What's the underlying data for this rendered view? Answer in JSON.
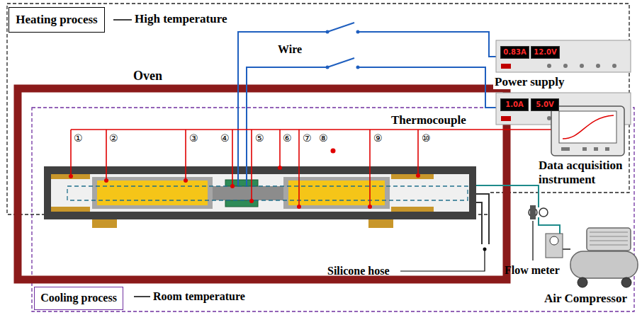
{
  "diagram": {
    "nodes": [
      {
        "text": [
          "Heating process"
        ]
      },
      {
        "text": [
          "0.83A"
        ]
      },
      {
        "text": [
          "12.0V"
        ]
      },
      {
        "text": [
          "1.0A"
        ]
      },
      {
        "text": [
          "5.0V"
        ]
      },
      {
        "text": [
          "Cooling process"
        ]
      }
    ],
    "labels": [
      "High temperature",
      "Wire",
      "Power supply",
      "Oven",
      "Thermocouple",
      "①",
      "②",
      "③",
      "④",
      "⑤",
      "⑥",
      "⑦",
      "⑧",
      "⑨",
      "⑩",
      "Data acquisition instrument",
      "Silicone hose",
      "Flow meter",
      "Air Compressor",
      "Room temperature"
    ]
  }
}
